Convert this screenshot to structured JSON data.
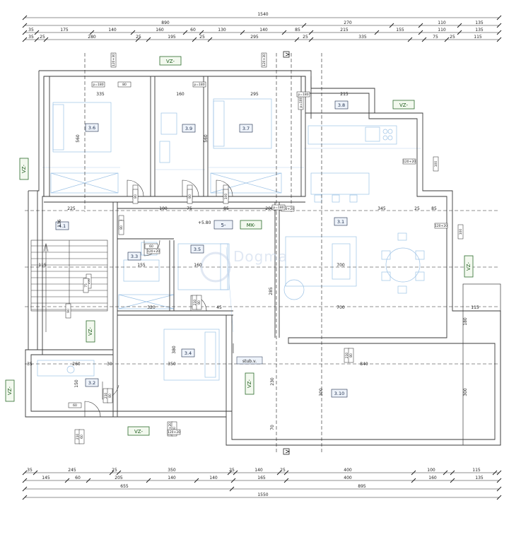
{
  "watermark": "Dogma",
  "dimensions": {
    "top_row1": [
      "1540"
    ],
    "top_row2": [
      "890",
      "270",
      "110",
      "135"
    ],
    "top_row3": [
      "35",
      "175",
      "140",
      "160",
      "60",
      "130",
      "140",
      "85",
      "215",
      "155",
      "110",
      "135"
    ],
    "top_row4": [
      "35",
      "25",
      "280",
      "25",
      "195",
      "25",
      "295",
      "25",
      "335",
      "75",
      "25",
      "115"
    ],
    "bottom_row1": [
      "35",
      "245",
      "25",
      "350",
      "25",
      "140",
      "25",
      "400",
      "100",
      "115"
    ],
    "bottom_row2": [
      "145",
      "60",
      "205",
      "140",
      "140",
      "165",
      "400",
      "160",
      "135"
    ],
    "bottom_row3": [
      "655",
      "895"
    ],
    "bottom_row4": [
      "1550"
    ],
    "interior": [
      "335",
      "160",
      "295",
      "560",
      "560",
      "215",
      "345",
      "225",
      "100",
      "75",
      "85",
      "200",
      "25",
      "85",
      "136",
      "155",
      "160",
      "700",
      "700",
      "320",
      "115",
      "45",
      "85",
      "380",
      "285",
      "350",
      "840",
      "260",
      "150",
      "230",
      "300",
      "300",
      "180",
      "70",
      "115",
      "35",
      "30"
    ]
  },
  "rooms": [
    {
      "id": "S6",
      "label": "3.6"
    },
    {
      "id": "S9",
      "label": "3.9"
    },
    {
      "id": "S7",
      "label": "3.7"
    },
    {
      "id": "S8",
      "label": "3.8"
    },
    {
      "id": "S1",
      "label": "4.1"
    },
    {
      "id": "S3",
      "label": "3.3"
    },
    {
      "id": "S5",
      "label": "3.5"
    },
    {
      "id": "S2",
      "label": "3.2"
    },
    {
      "id": "S4",
      "label": "3.4"
    },
    {
      "id": "S31",
      "label": "3.1"
    },
    {
      "id": "S10",
      "label": "3.10"
    }
  ],
  "tags": {
    "vz_labels": [
      "VZ-",
      "VZ-",
      "VZ-",
      "VZ-",
      "VZ-",
      "VZ-",
      "VZ-",
      "VZ-"
    ],
    "mk_label": "MK-",
    "sec_label": "5-",
    "floor_mark": "+5.80",
    "hatch_label": "stub.v."
  },
  "window_labels": [
    "120+30",
    "120+30",
    "80",
    "p=180",
    "p=180",
    "p=180",
    "100",
    "120+20",
    "100",
    "120+20",
    "60",
    "120+20",
    "90",
    "210",
    "80",
    "210",
    "80",
    "200",
    "80",
    "210",
    "100",
    "230",
    "75",
    "210",
    "80",
    "210",
    "80",
    "210",
    "80",
    "210+20",
    "80",
    "210",
    "60",
    "120+20",
    "60",
    "120+20",
    "p=180",
    "p=180"
  ]
}
